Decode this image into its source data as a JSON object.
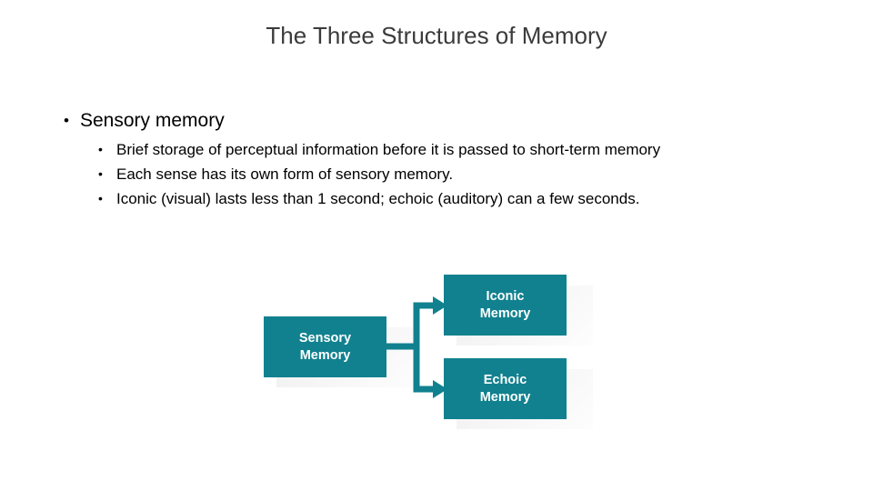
{
  "slide": {
    "title": "The Three Structures of Memory",
    "bullets": [
      {
        "level1": "Sensory memory",
        "marker": "•",
        "children": [
          {
            "marker": "•",
            "text": "Brief storage of perceptual information before it is passed to short-term memory"
          },
          {
            "marker": "•",
            "text": "Each sense has its own form of sensory memory."
          },
          {
            "marker": "•",
            "text": "Iconic (visual) lasts less than 1 second; echoic (auditory) can a few seconds."
          }
        ]
      }
    ],
    "diagram": {
      "nodes": [
        {
          "id": "sensory",
          "line1": "Sensory",
          "line2": "Memory"
        },
        {
          "id": "iconic",
          "line1": "Iconic",
          "line2": "Memory"
        },
        {
          "id": "echoic",
          "line1": "Echoic",
          "line2": "Memory"
        }
      ],
      "accent_color": "#11818f",
      "node_text_color": "#ffffff"
    }
  }
}
